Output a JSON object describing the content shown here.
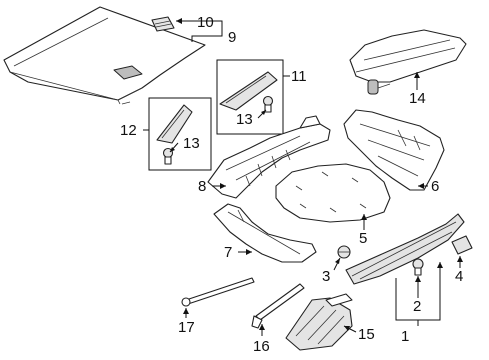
{
  "callouts": {
    "c1": "1",
    "c2": "2",
    "c3": "3",
    "c4": "4",
    "c5": "5",
    "c6": "6",
    "c7": "7",
    "c8": "8",
    "c9": "9",
    "c10": "10",
    "c11": "11",
    "c12": "12",
    "c13a": "13",
    "c13b": "13",
    "c14": "14",
    "c15": "15",
    "c16": "16",
    "c17": "17"
  }
}
